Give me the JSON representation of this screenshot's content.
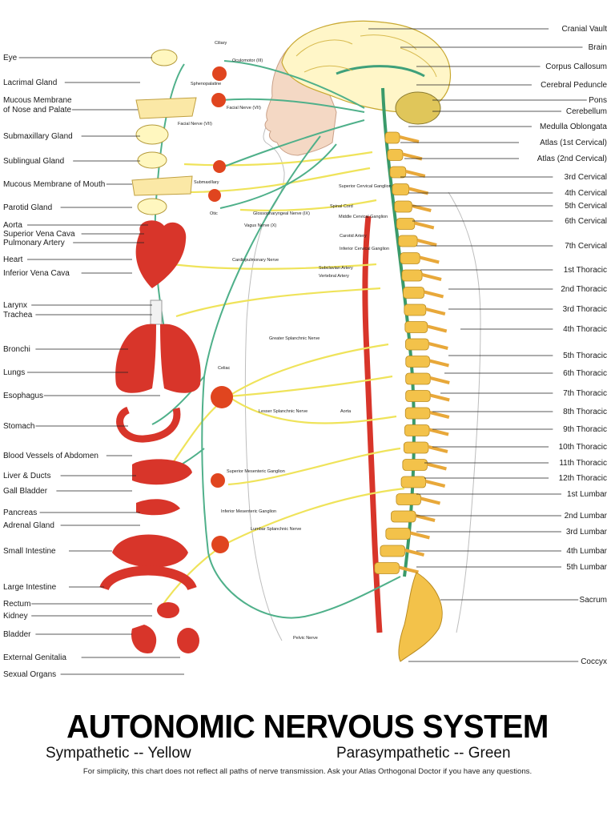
{
  "diagram": {
    "left_labels": [
      "Eye",
      "Lacrimal Gland",
      "Mucous Membrane",
      "of Nose and Palate",
      "Submaxillary Gland",
      "Sublingual Gland",
      "Mucous Membrane of Mouth",
      "Parotid Gland",
      "Aorta",
      "Superior Vena Cava",
      "Pulmonary Artery",
      "Heart",
      "Inferior Vena Cava",
      "Larynx",
      "Trachea",
      "Bronchi",
      "Lungs",
      "Esophagus",
      "Stomach",
      "Blood Vessels of Abdomen",
      "Liver & Ducts",
      "Gall Bladder",
      "Pancreas",
      "Adrenal Gland",
      "Small Intestine",
      "Large Intestine",
      "Rectum",
      "Kidney",
      "Bladder",
      "External Genitalia",
      "Sexual Organs"
    ],
    "right_labels": [
      "Cranial Vault",
      "Brain",
      "Corpus Callosum",
      "Cerebral Peduncle",
      "Pons",
      "Cerebellum",
      "Medulla Oblongata",
      "Atlas (1st Cervical)",
      "Atlas (2nd Cervical)",
      "3rd Cervical",
      "4th Cervical",
      "5th Cervical",
      "6th Cervical",
      "7th Cervical",
      "1st Thoracic",
      "2nd Thoracic",
      "3rd Thoracic",
      "4th Thoracic",
      "5th Thoracic",
      "6th Thoracic",
      "7th Thoracic",
      "8th Thoracic",
      "9th Thoracic",
      "10th Thoracic",
      "11th Thoracic",
      "12th Thoracic",
      "1st Lumbar",
      "2nd Lumbar",
      "3rd Lumbar",
      "4th Lumbar",
      "5th Lumbar",
      "Sacrum",
      "Coccyx"
    ],
    "inner_labels": [
      "Ciliary",
      "Oculomotor (III)",
      "Sphenopalatine",
      "Facial Nerve (VII)",
      "Facial Nerve (VII)",
      "Submaxillary",
      "Otic",
      "Glossopharyngeal Nerve (IX)",
      "Vagus Nerve (X)",
      "Superior Cervical Ganglion",
      "Spinal Cord",
      "Middle Cervical Ganglion",
      "Carotid Artery",
      "Inferior Cervical Ganglion",
      "Subclavian Artery",
      "Vertebral Artery",
      "Cardiopulmonary Nerve",
      "Greater Splanchnic Nerve",
      "Celiac",
      "Lesser Splanchnic Nerve",
      "Aorta",
      "Superior Mesenteric Ganglion",
      "Inferior Mesenteric Ganglion",
      "Lumbar Splanchnic Nerve",
      "Pelvic Nerve"
    ]
  },
  "title": "AUTONOMIC NERVOUS SYSTEM",
  "legend": {
    "sympathetic": "Sympathetic -- Yellow",
    "parasympathetic": "Parasympathetic -- Green"
  },
  "disclaimer": "For simplicity, this chart does not reflect all paths of nerve transmission. Ask your Atlas Orthogonal Doctor if you have any questions.",
  "colors": {
    "sympathetic": "#f2e35a",
    "parasympathetic": "#4fb08a",
    "organ": "#d8352a",
    "spine": "#f3c24a"
  }
}
